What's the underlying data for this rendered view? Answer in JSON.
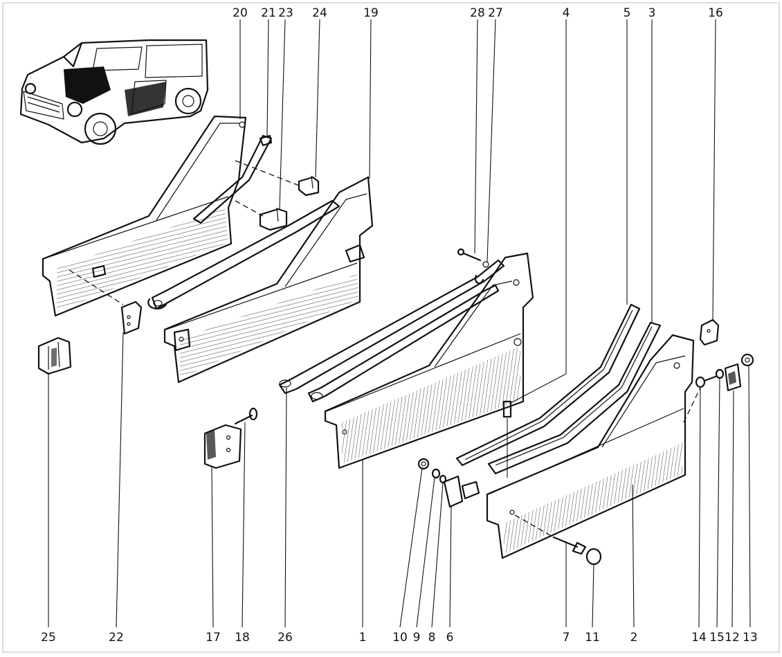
{
  "callouts_top": [
    "20",
    "21",
    "23",
    "24",
    "19",
    "28",
    "27",
    "4",
    "5",
    "3",
    "16"
  ],
  "callouts_bottom": [
    "25",
    "22",
    "17",
    "18",
    "26",
    "1",
    "10",
    "9",
    "8",
    "6",
    "7",
    "11",
    "2",
    "14",
    "15",
    "12",
    "13"
  ]
}
